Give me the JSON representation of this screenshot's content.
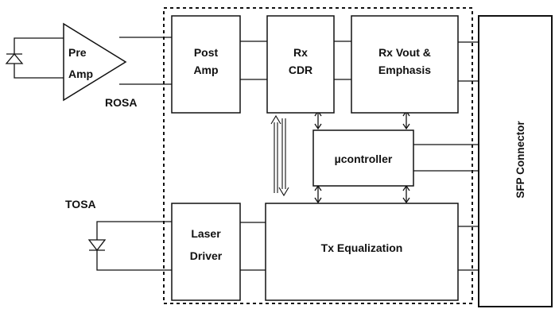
{
  "colors": {
    "stroke": "#111111",
    "background": "#ffffff"
  },
  "blocks": {
    "pre_amp": [
      "Pre",
      "Amp"
    ],
    "post_amp": [
      "Post",
      "Amp"
    ],
    "rx_cdr": [
      "Rx",
      "CDR"
    ],
    "rx_vout": [
      "Rx Vout &",
      "Emphasis"
    ],
    "controller": "µcontroller",
    "laser_driver": [
      "Laser",
      "Driver"
    ],
    "tx_eq": "Tx Equalization",
    "sfp_connector": "SFP Connector"
  },
  "labels": {
    "rosa": "ROSA",
    "tosa": "TOSA"
  },
  "icons": {
    "photodiode": "photodiode-icon",
    "laser_diode": "laser-diode-icon"
  }
}
